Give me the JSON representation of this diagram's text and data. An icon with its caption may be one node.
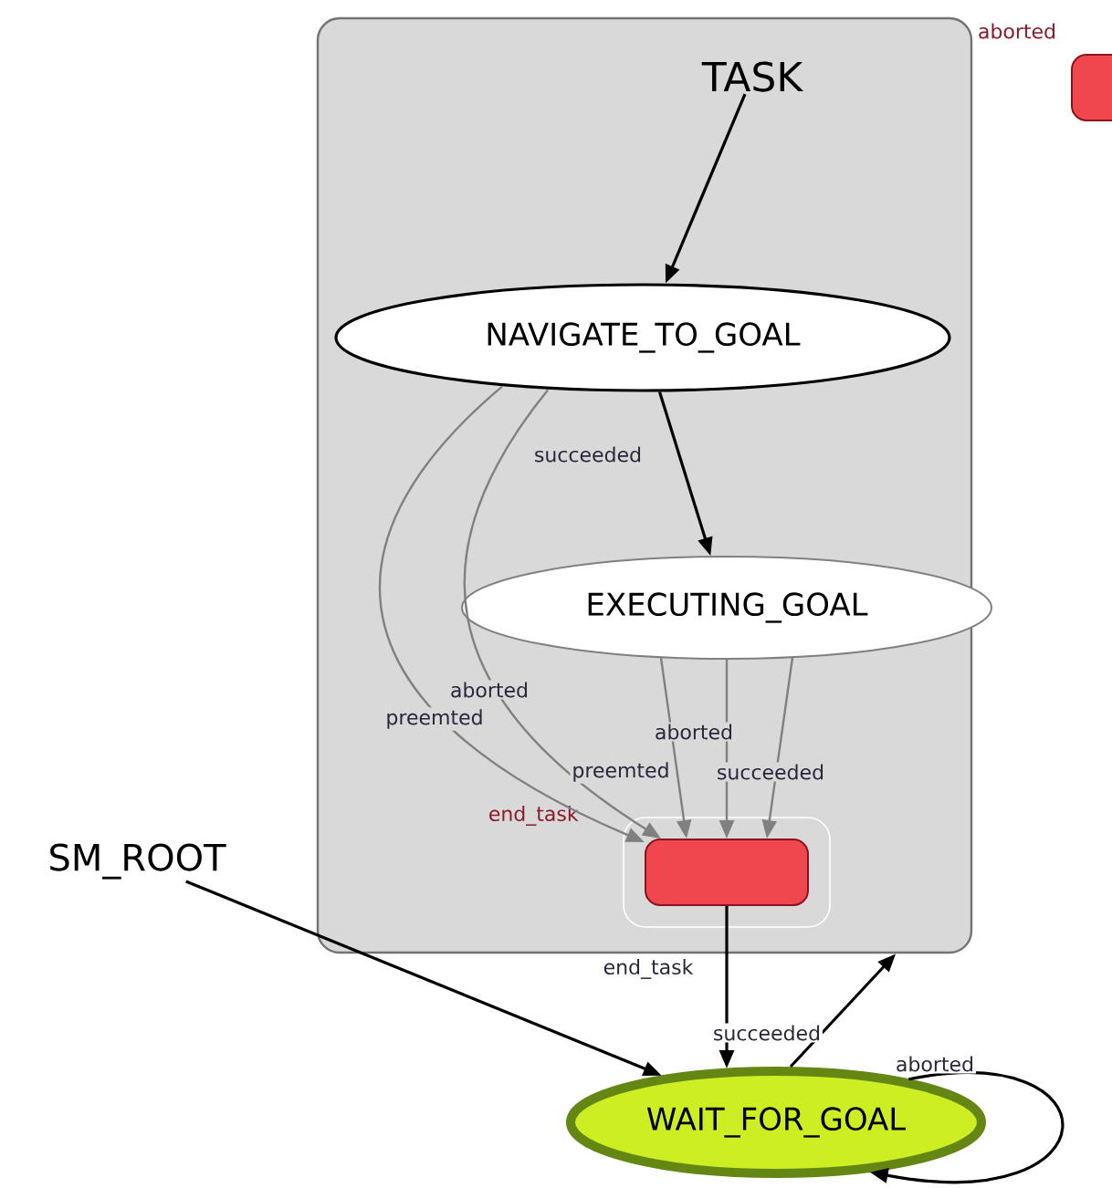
{
  "diagram": {
    "nodes": [
      {
        "text": [],
        "shape": "box"
      },
      {
        "text": [
          "TASK"
        ],
        "in": 0
      },
      {
        "text": [
          "NAVIGATE_TO_GOAL"
        ],
        "in": 0
      },
      {
        "text": [
          "EXECUTING_GOAL"
        ],
        "in": 0
      },
      {
        "text": [],
        "shape": "box",
        "in": 0
      },
      {
        "text": [],
        "shape": "box",
        "in": 4,
        "beside": [
          "end_task"
        ]
      },
      {
        "text": [
          "SM_ROOT"
        ]
      },
      {
        "text": [
          "WAIT_FOR_GOAL"
        ]
      },
      {
        "text": [],
        "shape": "box",
        "beside": [
          "aborted"
        ]
      }
    ],
    "edges": [
      {
        "from": 1,
        "to": 2,
        "arrow": "to"
      },
      {
        "from": 2,
        "to": 3,
        "arrow": "to",
        "label": "succeeded"
      },
      {
        "from": 2,
        "to": 5,
        "arrow": "to",
        "label": "aborted",
        "color": "#808080"
      },
      {
        "from": 2,
        "to": 5,
        "arrow": "to",
        "label": "preemted",
        "color": "#808080"
      },
      {
        "from": 3,
        "to": 5,
        "arrow": "to",
        "label": "aborted",
        "color": "#808080"
      },
      {
        "from": 3,
        "to": 5,
        "arrow": "to",
        "label": "preemted",
        "color": "#808080"
      },
      {
        "from": 3,
        "to": 5,
        "arrow": "to",
        "label": "succeeded",
        "color": "#808080"
      },
      {
        "from": 5,
        "to": 7,
        "arrow": "to",
        "label": "end_task"
      },
      {
        "from": 7,
        "to": 0,
        "arrow": "to",
        "label": "succeeded"
      },
      {
        "from": 6,
        "to": 7,
        "arrow": "to"
      },
      {
        "from": 7,
        "to": 7,
        "arrow": "to",
        "label": "aborted"
      }
    ]
  }
}
